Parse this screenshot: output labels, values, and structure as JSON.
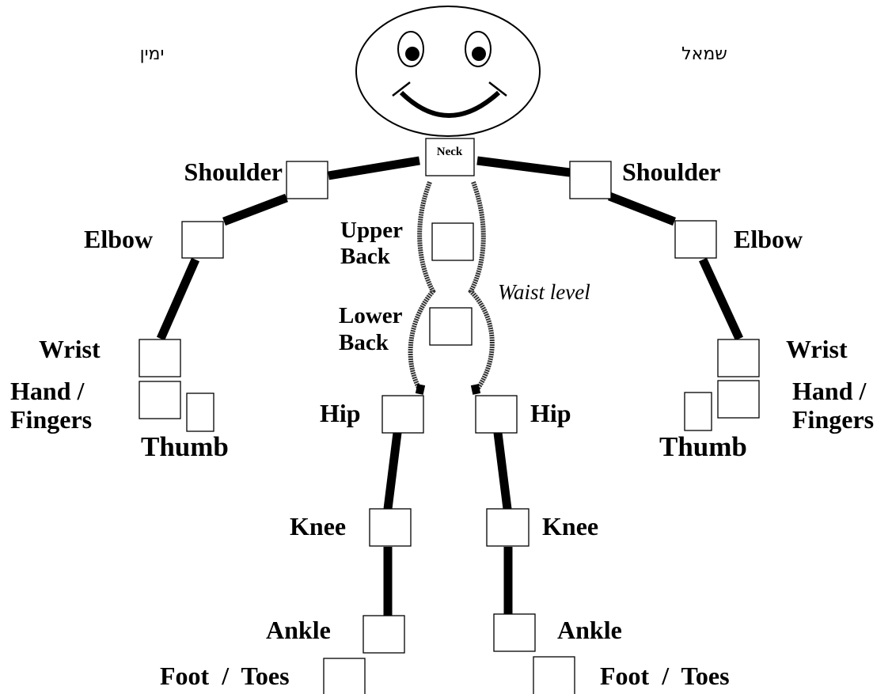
{
  "sides": {
    "right": "ימין",
    "left": "שמאל"
  },
  "labels": {
    "neck": "Neck",
    "shoulder": "Shoulder",
    "elbow": "Elbow",
    "wrist": "Wrist",
    "hand_fingers_line1": "Hand /",
    "hand_fingers_line2": "Fingers",
    "thumb": "Thumb",
    "upper_back_line1": "Upper",
    "upper_back_line2": "Back",
    "lower_back_line1": "Lower",
    "lower_back_line2": "Back",
    "waist_level": "Waist level",
    "hip": "Hip",
    "knee": "Knee",
    "ankle": "Ankle",
    "foot_toes": "Foot  /  Toes"
  }
}
